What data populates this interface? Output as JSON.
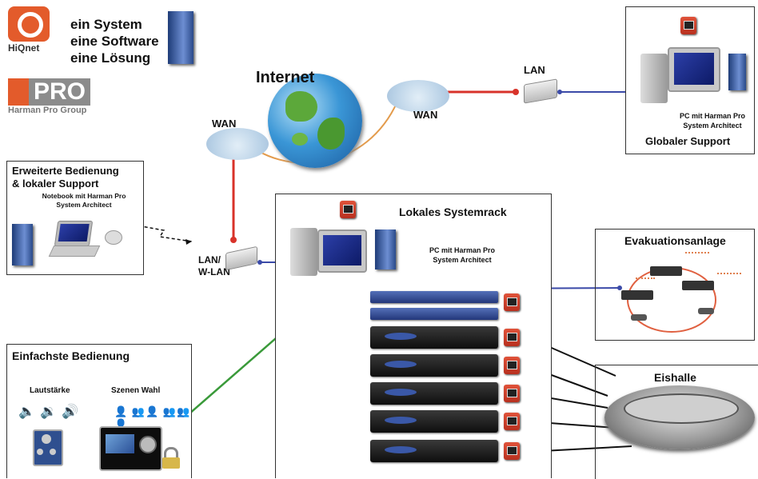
{
  "logos": {
    "hiqnet_wordmark": "HiQnet",
    "hpro_letters": "PRO",
    "hpro_sub": "Harman Pro Group"
  },
  "slogan": [
    "ein System",
    "eine Software",
    "eine Lösung"
  ],
  "network": {
    "internet": "Internet",
    "wan_left": "WAN",
    "wan_right": "WAN",
    "lan": "LAN",
    "lan_wlan": [
      "LAN/",
      "W-LAN"
    ]
  },
  "global_support": {
    "pc_caption": [
      "PC mit Harman Pro",
      "System Architect"
    ],
    "title": "Globaler Support"
  },
  "extended": {
    "title": [
      "Erweiterte Bedienung",
      "& lokaler Support"
    ],
    "caption": [
      "Notebook mit Harman Pro",
      "System Architect"
    ]
  },
  "local_rack": {
    "title": "Lokales Systemrack",
    "pc_caption": [
      "PC mit Harman Pro",
      "System Architect"
    ]
  },
  "evacuation": {
    "title": "Evakuationsanlage"
  },
  "simple": {
    "title": "Einfachste Bedienung",
    "volume_label": "Lautstärke",
    "scene_label": "Szenen Wahl"
  },
  "arena": {
    "title": "Eishalle"
  },
  "colors": {
    "link_blue": "#3b4aa8",
    "link_red": "#d8332a",
    "link_green": "#3a9a3a",
    "link_orange": "#e39b4c"
  }
}
